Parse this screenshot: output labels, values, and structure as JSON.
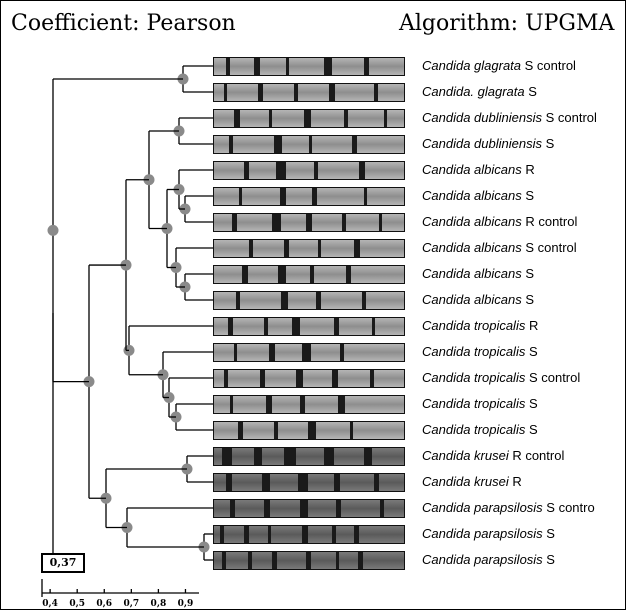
{
  "header": {
    "coefficient": "Coefficient: Pearson",
    "algorithm": "Algorithm: UPGMA"
  },
  "threshold_label": "0,37",
  "scale_ticks": [
    "0,4",
    "0,5",
    "0,6",
    "0,7",
    "0,8",
    "0,9"
  ],
  "lanes": [
    {
      "italic": "Candida glagrata",
      "suffix": " S control"
    },
    {
      "italic": "Candida. glagrata",
      "suffix": " S"
    },
    {
      "italic": "Candida dubliniensis",
      "suffix": " S control"
    },
    {
      "italic": "Candida dubliniensis",
      "suffix": " S"
    },
    {
      "italic": "Candida albicans",
      "suffix": " R"
    },
    {
      "italic": "Candida albicans",
      "suffix": " S"
    },
    {
      "italic": "Candida albicans",
      "suffix": " R control"
    },
    {
      "italic": "Candida albicans",
      "suffix": " S control"
    },
    {
      "italic": "Candida albicans",
      "suffix": " S"
    },
    {
      "italic": "Candida albicans",
      "suffix": " S"
    },
    {
      "italic": "Candida tropicalis",
      "suffix": " R"
    },
    {
      "italic": "Candida tropicalis",
      "suffix": " S"
    },
    {
      "italic": "Candida tropicalis",
      "suffix": " S control"
    },
    {
      "italic": "Candida tropicalis",
      "suffix": " S"
    },
    {
      "italic": "Candida tropicalis",
      "suffix": " S"
    },
    {
      "italic": "Candida krusei",
      "suffix": " R control"
    },
    {
      "italic": "Candida krusei",
      "suffix": " R"
    },
    {
      "italic": "Candida parapsilosis",
      "suffix": " S contro"
    },
    {
      "italic": "Candida parapsilosis",
      "suffix": " S"
    },
    {
      "italic": "Candida parapsilosis",
      "suffix": " S"
    }
  ],
  "colors": {
    "node": "#8a8a8a",
    "line": "#000000",
    "lane_bg": "#9a9a9a",
    "band_dark": "#1a1a1a"
  }
}
